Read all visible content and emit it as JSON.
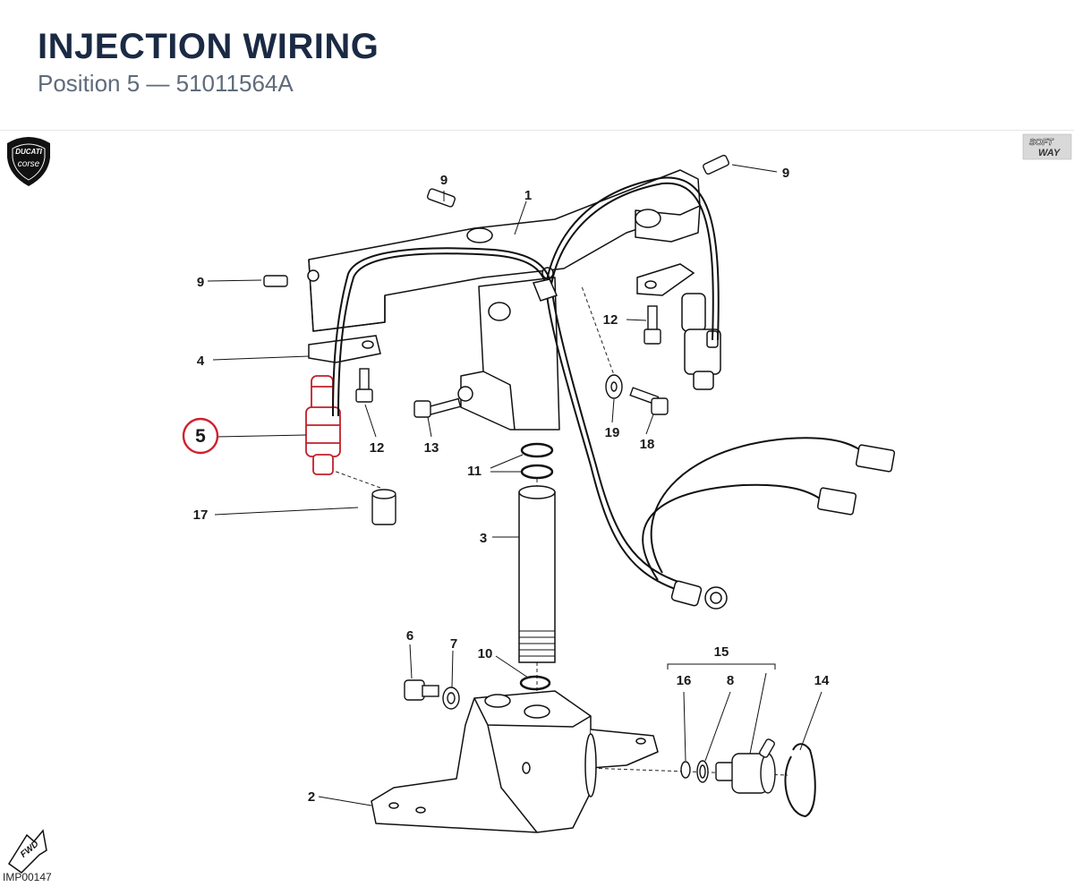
{
  "header": {
    "title": "INJECTION WIRING",
    "subtitle": "Position 5 — 51011564A"
  },
  "drawing": {
    "code": "IMP00147",
    "highlighted_position": "5",
    "highlight_color": "#d0202e",
    "logos": [
      "DUCATI corse",
      "SOFT WAY"
    ],
    "fwd_label": "FWD",
    "callouts": [
      "1",
      "2",
      "3",
      "4",
      "5",
      "6",
      "7",
      "8",
      "9",
      "9",
      "9",
      "10",
      "11",
      "12",
      "12",
      "13",
      "14",
      "15",
      "16",
      "17",
      "18",
      "19"
    ]
  }
}
